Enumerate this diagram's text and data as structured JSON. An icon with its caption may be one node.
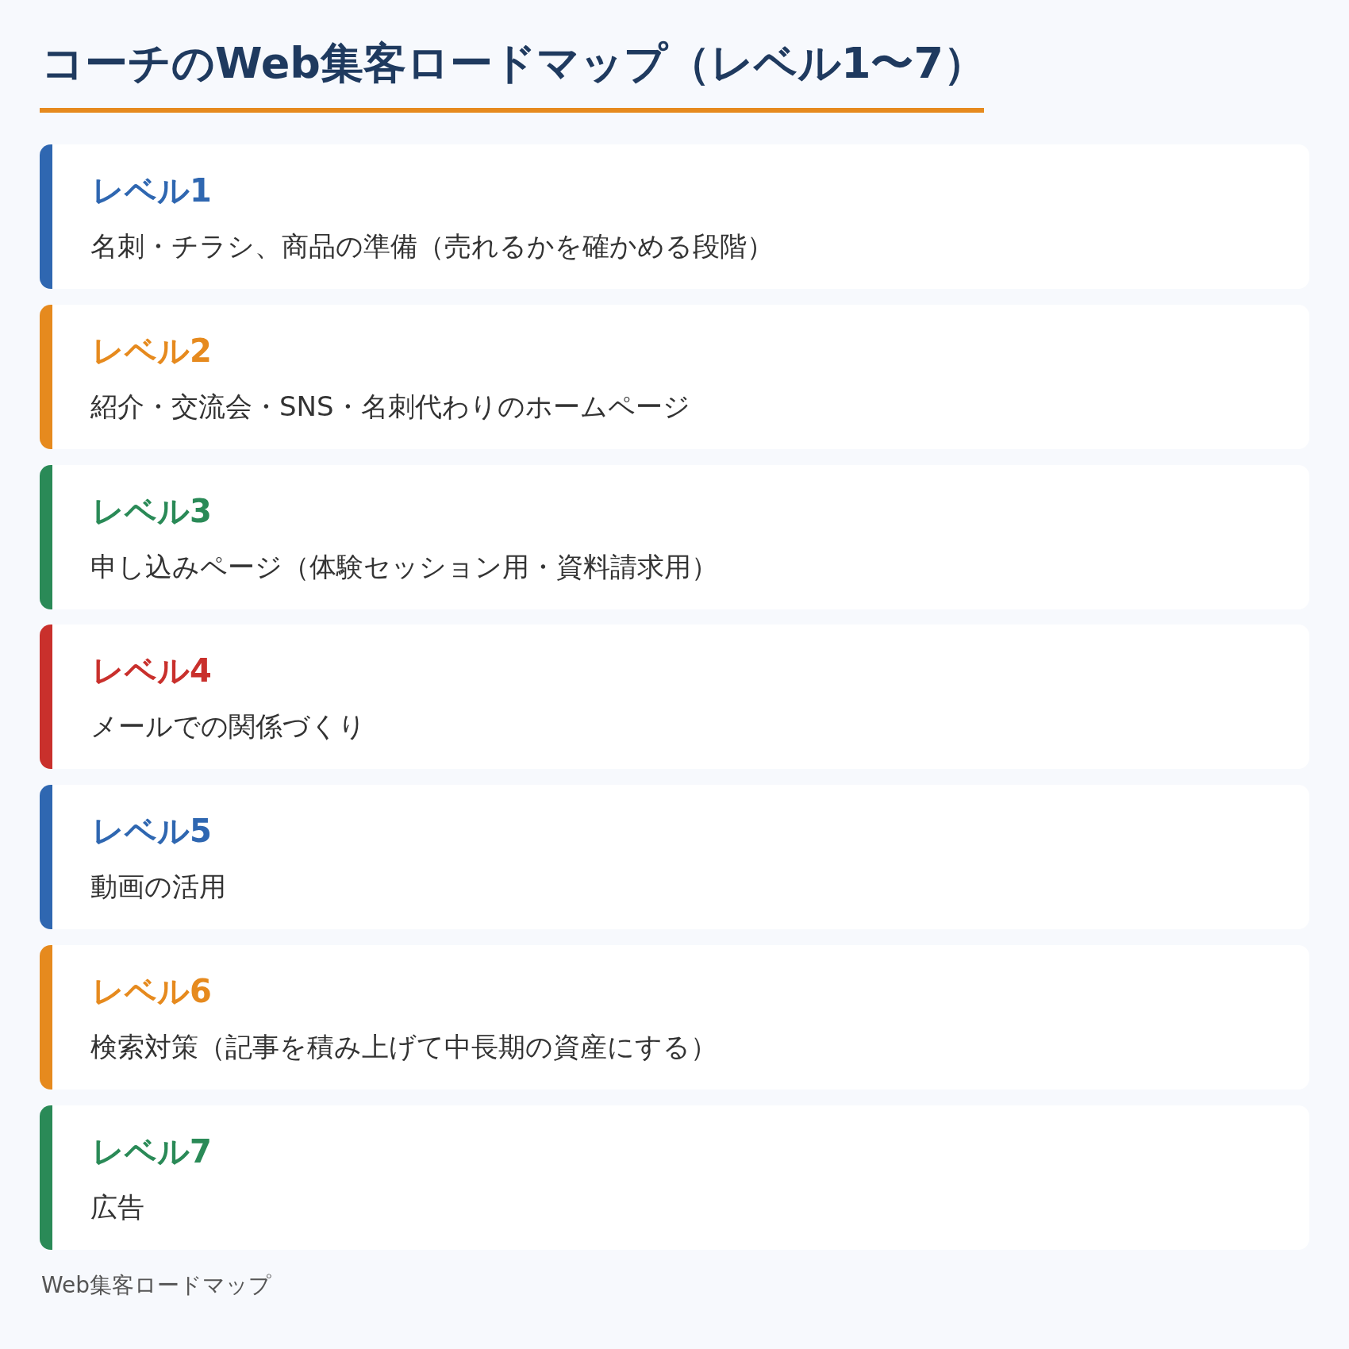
{
  "diagram": {
    "title": "コーチのWeb集客ロードマップ（レベル1〜7）",
    "nodes": [
      {
        "text": [
          "レベル1",
          "名刺・チラシ、商品の準備（売れるかを確かめる段階）"
        ]
      },
      {
        "text": [
          "レベル2",
          "紹介・交流会・SNS・名刺代わりのホームページ"
        ]
      },
      {
        "text": [
          "レベル3",
          "申し込みページ（体験セッション用・資料請求用）"
        ]
      },
      {
        "text": [
          "レベル4",
          "メールでの関係づくり"
        ]
      },
      {
        "text": [
          "レベル5",
          "動画の活用"
        ]
      },
      {
        "text": [
          "レベル6",
          "検索対策（記事を積み上げて中長期の資産にする）"
        ]
      },
      {
        "text": [
          "レベル7",
          "広告"
        ]
      }
    ],
    "edges": [],
    "caption": "Web集客ロードマップ"
  }
}
